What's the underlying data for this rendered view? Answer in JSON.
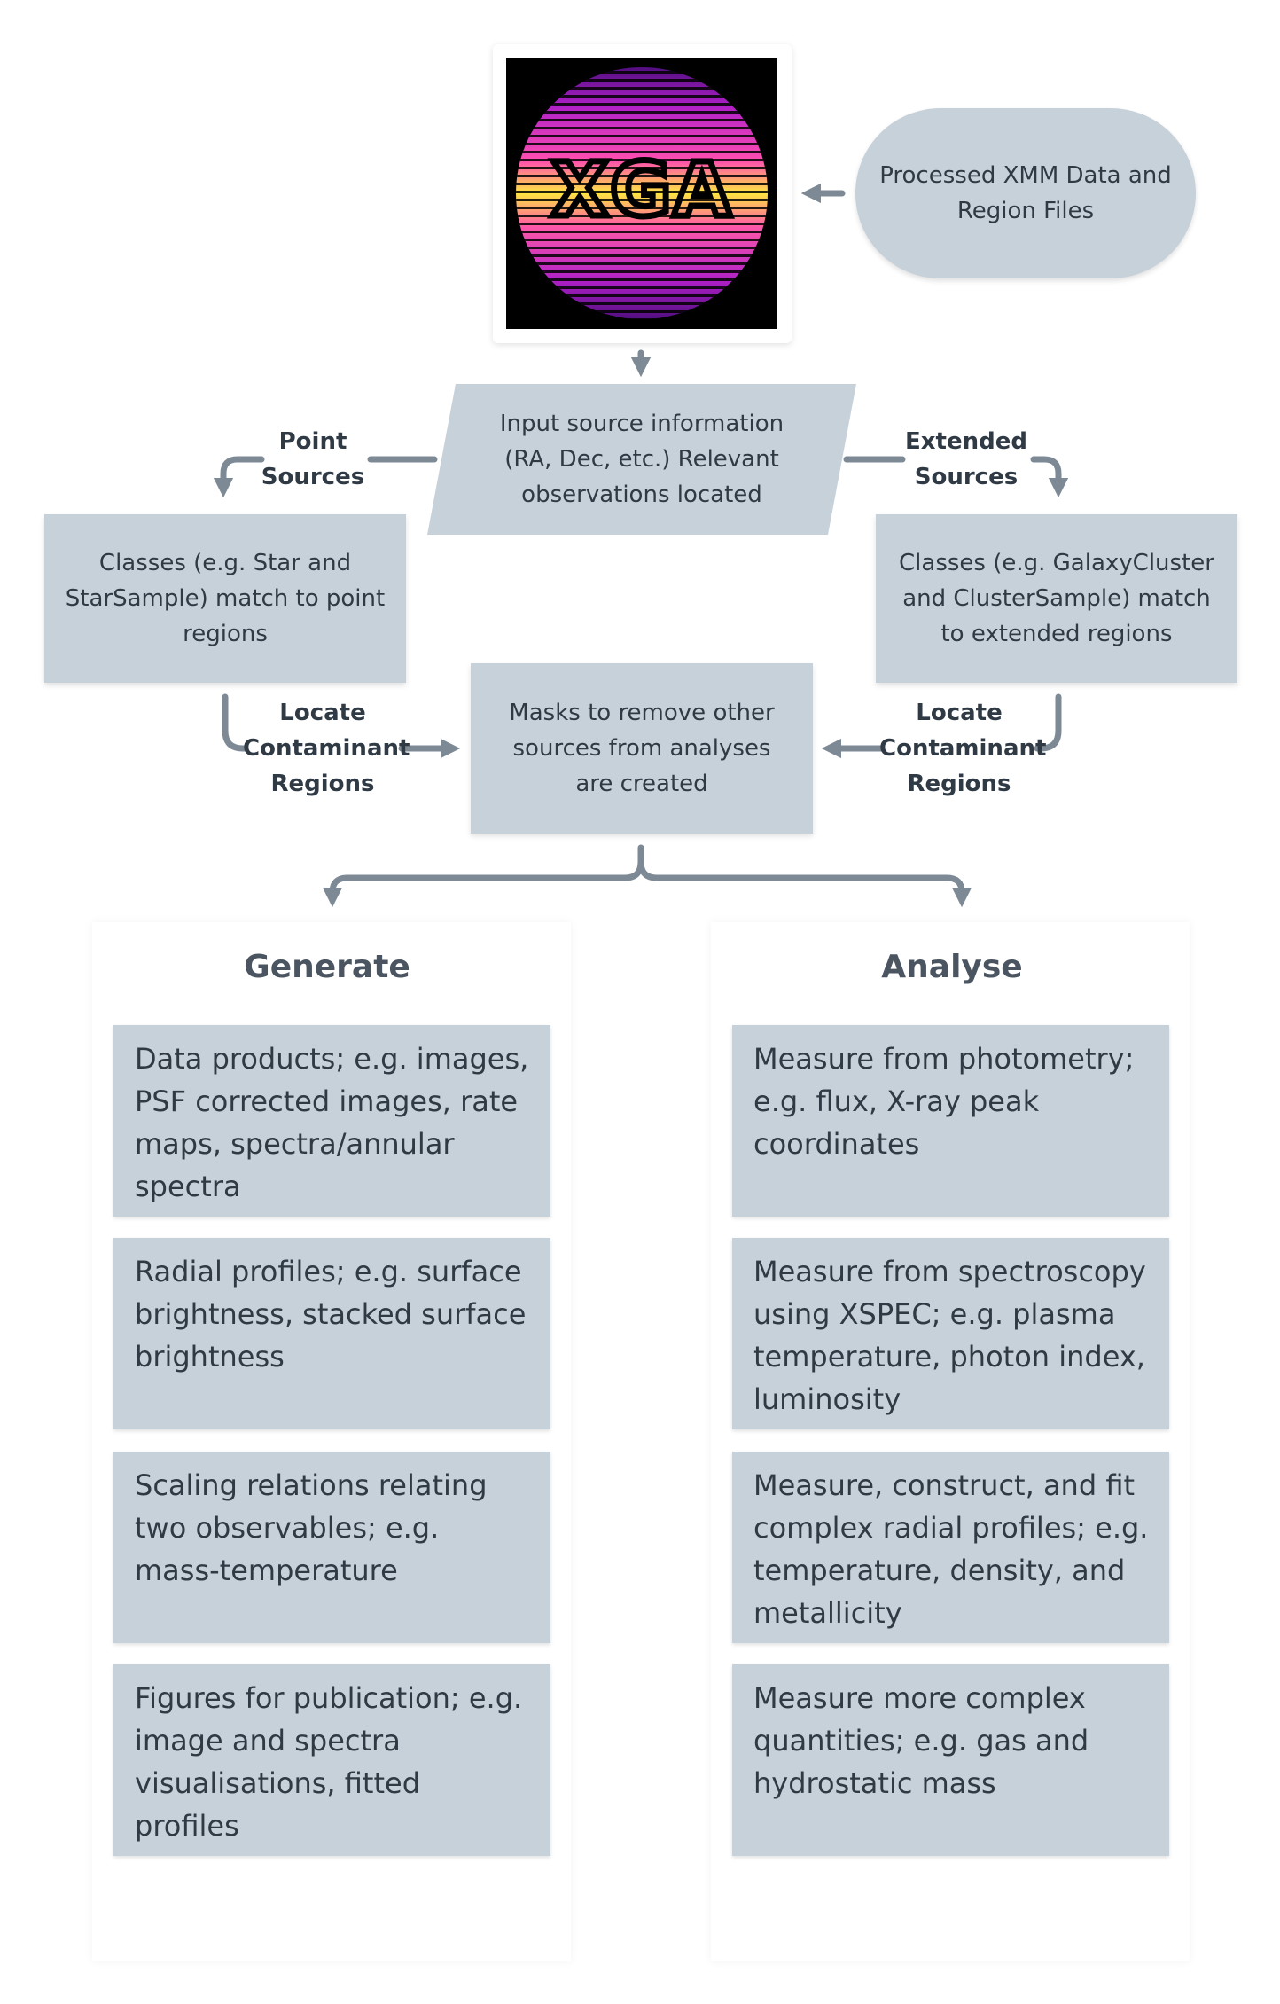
{
  "logo": {
    "text": "XGA"
  },
  "input_node": {
    "text": "Processed XMM Data and Region Files"
  },
  "source_info_node": {
    "text": "Input source information (RA, Dec, etc.) Relevant observations located"
  },
  "point_branch": {
    "label": "Point Sources",
    "node": "Classes (e.g. Star and StarSample) match to point regions"
  },
  "extended_branch": {
    "label": "Extended Sources",
    "node": "Classes (e.g. GalaxyCluster and ClusterSample) match to extended regions"
  },
  "contaminant_label_left": "Locate Contaminant Regions",
  "contaminant_label_right": "Locate Contaminant Regions",
  "masks_node": {
    "text": "Masks to remove other sources from analyses are created"
  },
  "generate": {
    "title": "Generate",
    "items": [
      "Data products; e.g. images, PSF corrected images, rate maps, spectra/annular spectra",
      "Radial profiles; e.g. surface brightness, stacked surface brightness",
      "Scaling relations relating two observables; e.g. mass-temperature",
      "Figures for publication; e.g. image and spectra visualisations, fitted profiles"
    ]
  },
  "analyse": {
    "title": "Analyse",
    "items": [
      "Measure from photometry; e.g. flux, X-ray peak coordinates",
      "Measure from spectroscopy using XSPEC; e.g. plasma temperature, photon index, luminosity",
      "Measure, construct, and fit complex radial profiles; e.g. temperature, density, and metallicity",
      "Measure more complex quantities; e.g. gas and hydrostatic mass"
    ]
  },
  "colors": {
    "node_fill": "#c7d1da",
    "connector": "#7d8a96",
    "text": "#2f3a45",
    "title_text": "#4a5561"
  }
}
